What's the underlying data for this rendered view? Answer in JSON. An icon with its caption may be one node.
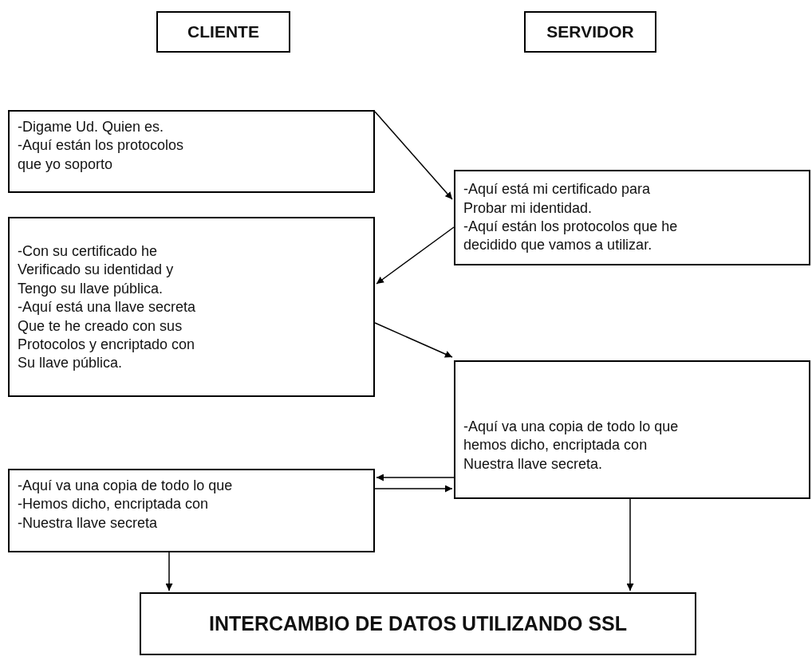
{
  "diagram": {
    "nodes": [
      {
        "text": [
          "CLIENTE"
        ]
      },
      {
        "text": [
          "SERVIDOR"
        ]
      },
      {
        "text": [
          "-Digame Ud. Quien es.",
          "-Aquí están los protocolos que yo soporto"
        ]
      },
      {
        "text": [
          "-Aquí está mi certificado para Probar mi identidad.",
          "-Aquí están los protocolos que he decidido que vamos a utilizar."
        ]
      },
      {
        "text": [
          "-Con su certificado he Verificado su identidad y Tengo su llave pública.",
          "-Aquí está una llave secreta Que te he creado con sus Protocolos y encriptado con Su llave pública."
        ]
      },
      {
        "text": [
          "-Aquí va una copia de todo lo que hemos dicho, encriptada con Nuestra llave secreta."
        ]
      },
      {
        "text": [
          "-Aquí va una copia de todo lo que",
          "-Hemos dicho, encriptada con",
          "-Nuestra llave secreta"
        ]
      },
      {
        "text": [
          "INTERCAMBIO DE DATOS UTILIZANDO SSL"
        ]
      }
    ],
    "edges": [
      {
        "from": 2,
        "to": 3,
        "arrow": "to"
      },
      {
        "from": 3,
        "to": 4,
        "arrow": "to"
      },
      {
        "from": 4,
        "to": 5,
        "arrow": "to"
      },
      {
        "from": 5,
        "to": 6,
        "arrow": "to"
      },
      {
        "from": 6,
        "to": 5,
        "arrow": "to"
      },
      {
        "from": 6,
        "to": 7,
        "arrow": "to"
      },
      {
        "from": 5,
        "to": 7,
        "arrow": "to"
      }
    ]
  }
}
